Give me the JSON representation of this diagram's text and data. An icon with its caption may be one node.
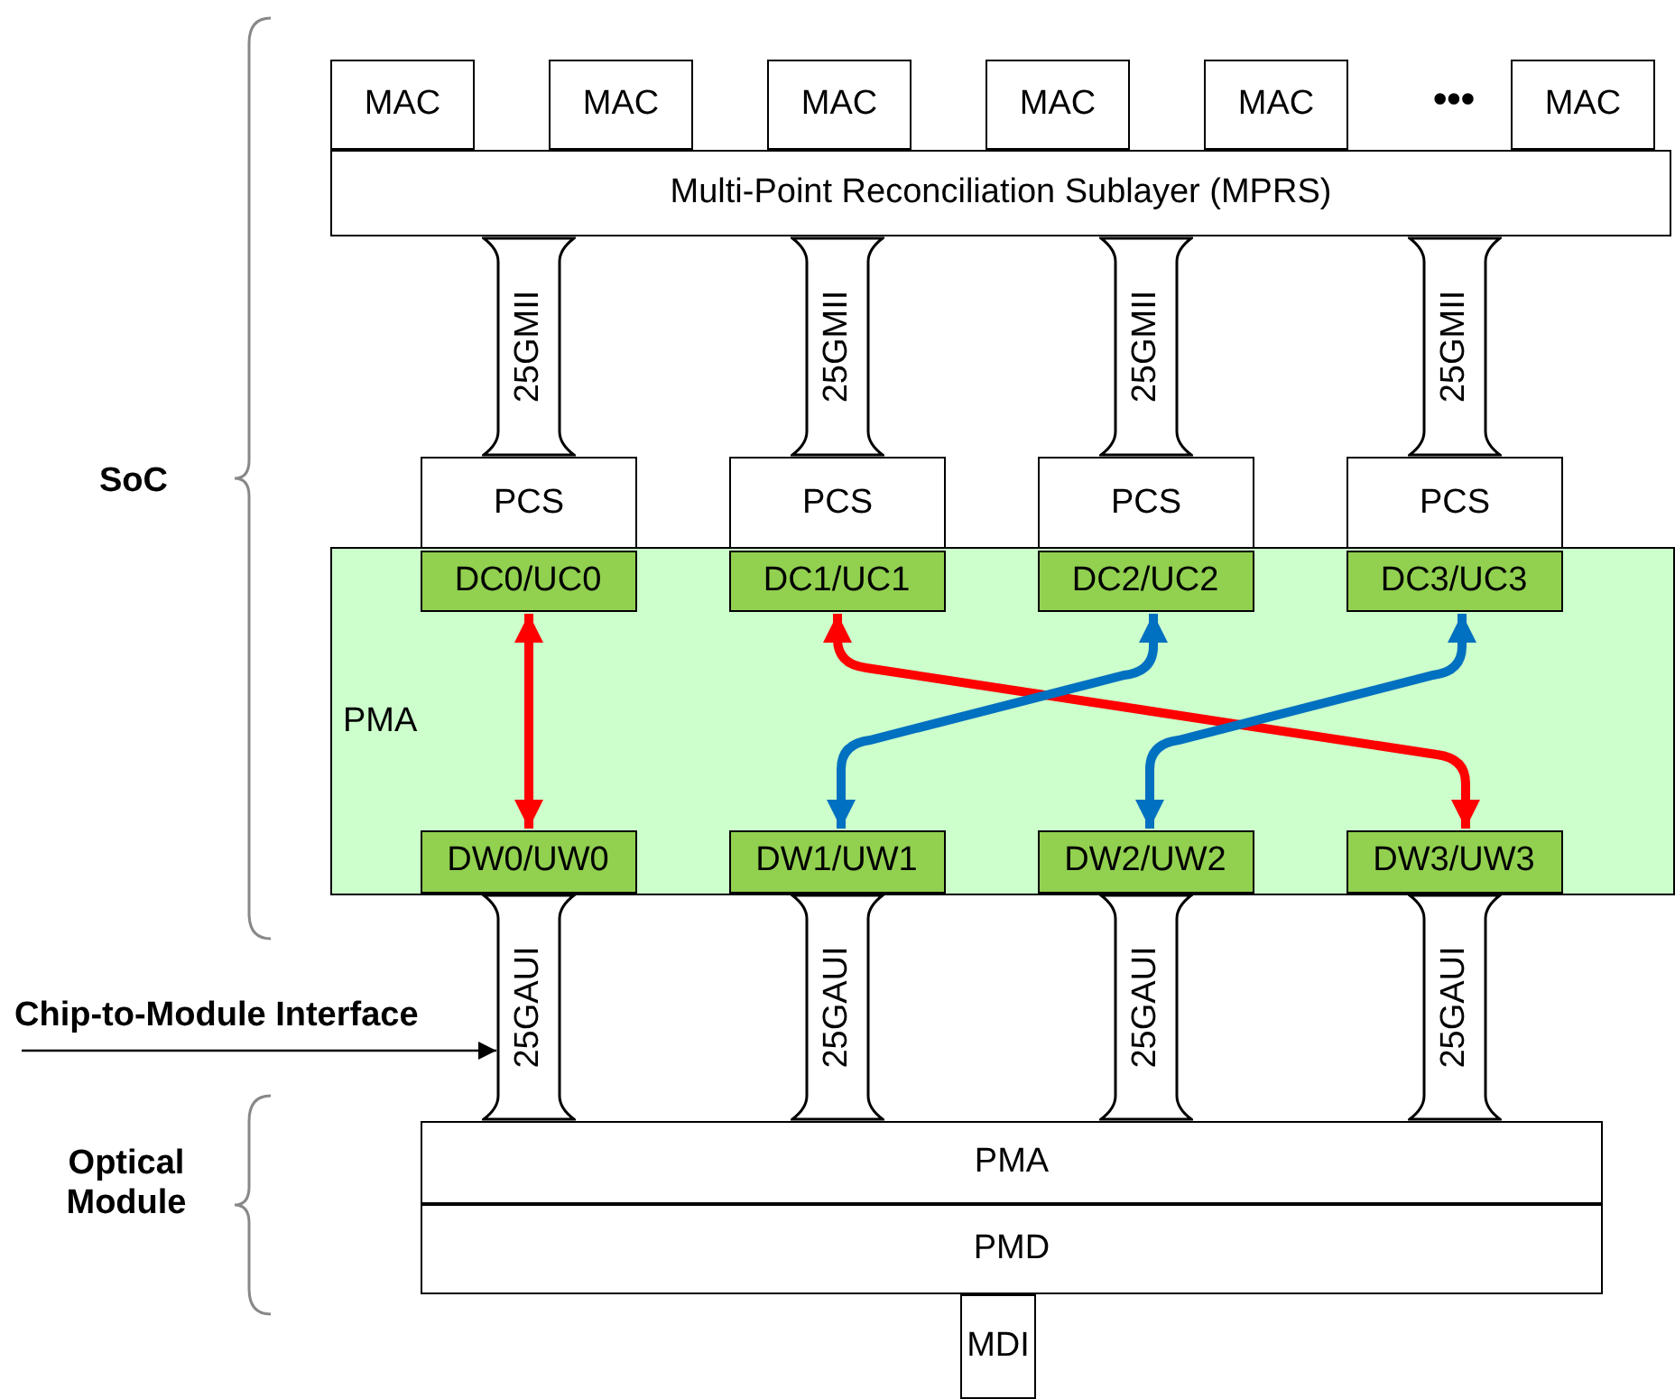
{
  "diagram": {
    "nodes": [
      {
        "text": [
          "MAC"
        ]
      },
      {
        "text": [
          "MAC"
        ]
      },
      {
        "text": [
          "MAC"
        ]
      },
      {
        "text": [
          "MAC"
        ]
      },
      {
        "text": [
          "MAC"
        ]
      },
      {
        "text": [
          "MAC"
        ]
      },
      {
        "text": [
          "Multi-Point Reconciliation Sublayer (MPRS)"
        ]
      },
      {
        "text": [
          "25GMII"
        ]
      },
      {
        "text": [
          "25GMII"
        ]
      },
      {
        "text": [
          "25GMII"
        ]
      },
      {
        "text": [
          "25GMII"
        ]
      },
      {
        "text": [
          "PCS"
        ]
      },
      {
        "text": [
          "PCS"
        ]
      },
      {
        "text": [
          "PCS"
        ]
      },
      {
        "text": [
          "PCS"
        ]
      },
      {
        "text": [
          "PMA"
        ]
      },
      {
        "text": [
          "DC0/UC0"
        ],
        "in": 15
      },
      {
        "text": [
          "DC1/UC1"
        ],
        "in": 15
      },
      {
        "text": [
          "DC2/UC2"
        ],
        "in": 15
      },
      {
        "text": [
          "DC3/UC3"
        ],
        "in": 15
      },
      {
        "text": [
          "DW0/UW0"
        ],
        "in": 15
      },
      {
        "text": [
          "DW1/UW1"
        ],
        "in": 15
      },
      {
        "text": [
          "DW2/UW2"
        ],
        "in": 15
      },
      {
        "text": [
          "DW3/UW3"
        ],
        "in": 15
      },
      {
        "text": [
          "25GAUI"
        ]
      },
      {
        "text": [
          "25GAUI"
        ]
      },
      {
        "text": [
          "25GAUI"
        ]
      },
      {
        "text": [
          "25GAUI"
        ]
      },
      {
        "text": [
          "PMA"
        ]
      },
      {
        "text": [
          "PMD"
        ]
      },
      {
        "text": [
          "MDI"
        ]
      },
      {
        "text": [
          "Chip-to-Module Interface"
        ]
      }
    ],
    "edges": [
      {
        "from": 16,
        "to": 20,
        "arrow": "both",
        "color": "#ff0000"
      },
      {
        "from": 17,
        "to": 23,
        "arrow": "both",
        "color": "#ff0000"
      },
      {
        "from": 18,
        "to": 21,
        "arrow": "both",
        "color": "#0070c0"
      },
      {
        "from": 19,
        "to": 22,
        "arrow": "both",
        "color": "#0070c0"
      },
      {
        "from": 31,
        "to": 24,
        "arrow": "to",
        "color": "#000000"
      }
    ],
    "labels": [
      "•••",
      "SoC",
      "Optical Module"
    ]
  }
}
